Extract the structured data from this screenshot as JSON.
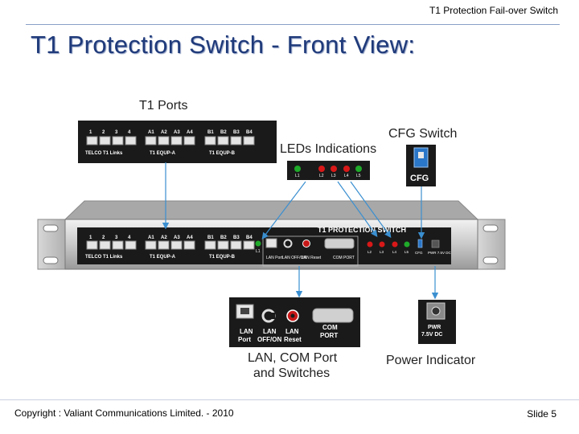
{
  "header": {
    "text": "T1 Protection Fail-over Switch"
  },
  "title": "T1 Protection Switch - Front View:",
  "callouts": {
    "t1_ports": "T1 Ports",
    "leds": "LEDs Indications",
    "cfg_switch": "CFG Switch",
    "lan_com_line1": "LAN, COM Port",
    "lan_com_line2": "and Switches",
    "power_indicator": "Power Indicator"
  },
  "ports_panel": {
    "numbers": [
      "1",
      "2",
      "3",
      "4",
      "A1",
      "A2",
      "A3",
      "A4",
      "B1",
      "B2",
      "B3",
      "B4"
    ],
    "groups": [
      "TELCO T1 Links",
      "T1 EQUP-A",
      "T1 EQUP-B"
    ]
  },
  "device": {
    "name": "T1 PROTECTION SWITCH",
    "lan_port": "LAN Port",
    "lan_onoff": "LAN OFF/ON",
    "lan_reset": "LAN Reset",
    "com_port": "COM PORT",
    "cfg": "CFG",
    "pwr": "PWR 7.5V DC",
    "led_l1": "L1",
    "led_labels": [
      "L2",
      "L3",
      "L4",
      "L5"
    ]
  },
  "led_panel": {
    "labels": [
      "L1",
      "L2",
      "L3",
      "L4",
      "L5"
    ]
  },
  "cfg_panel": {
    "label": "CFG"
  },
  "lan_panel": {
    "lan_port": [
      "LAN",
      "Port"
    ],
    "lan_onoff": [
      "LAN",
      "OFF/ON"
    ],
    "lan_reset": [
      "LAN",
      "Reset"
    ],
    "com_port": [
      "COM",
      "PORT"
    ]
  },
  "pwr_panel": {
    "label": [
      "PWR",
      "7.5V DC"
    ]
  },
  "footer": {
    "copyright": "Copyright : Valiant Communications Limited. - 2010",
    "slide": "Slide 5"
  },
  "colors": {
    "title": "#1f3a7a",
    "panel": "#1a1a1a",
    "led_green": "#1faa2a",
    "led_red": "#d81818",
    "arrow": "#3a8fd0"
  }
}
